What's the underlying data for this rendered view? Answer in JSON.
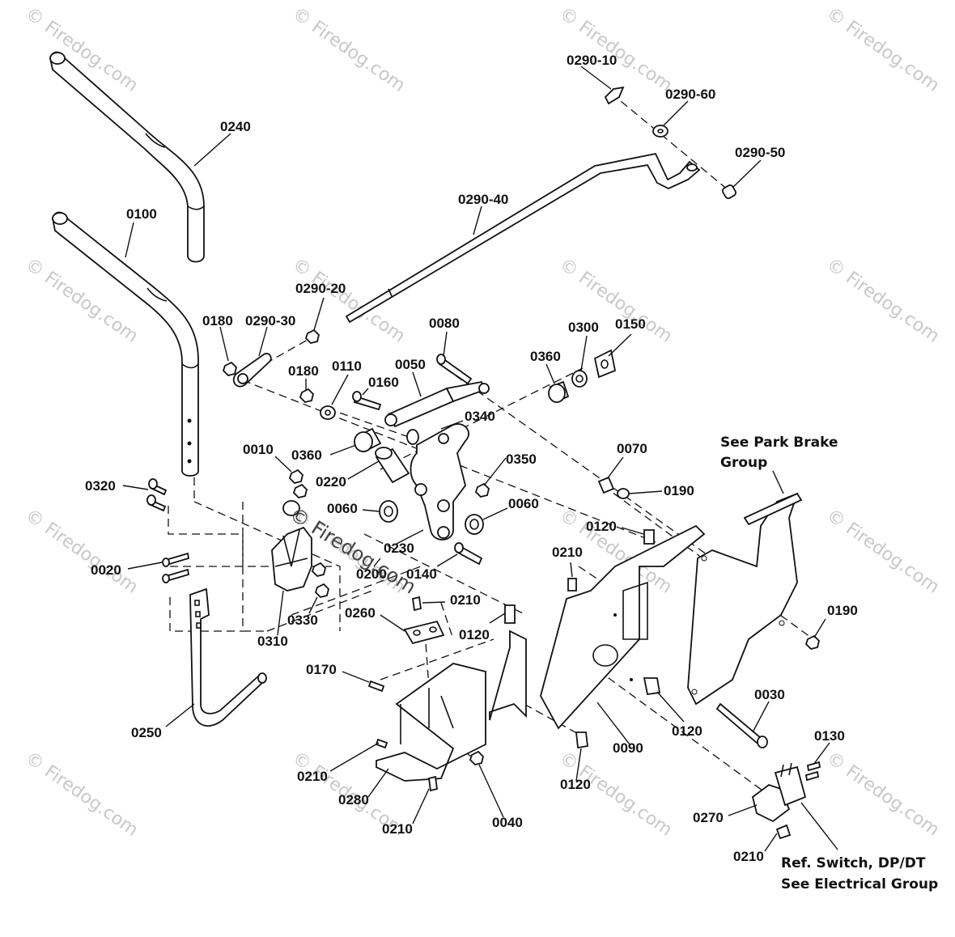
{
  "watermark": "© Firedog.com",
  "inline_watermark": "© Firedog.com",
  "notes": {
    "park_brake": [
      "See Park Brake",
      "Group"
    ],
    "switch": [
      "Ref. Switch, DP/DT",
      "See Electrical Group"
    ]
  },
  "parts": [
    {
      "id": "0290-10"
    },
    {
      "id": "0290-60"
    },
    {
      "id": "0290-50"
    },
    {
      "id": "0240"
    },
    {
      "id": "0290-40"
    },
    {
      "id": "0100"
    },
    {
      "id": "0290-20"
    },
    {
      "id": "0180"
    },
    {
      "id": "0290-30"
    },
    {
      "id": "0080"
    },
    {
      "id": "0300"
    },
    {
      "id": "0150"
    },
    {
      "id": "0180"
    },
    {
      "id": "0110"
    },
    {
      "id": "0050"
    },
    {
      "id": "0360"
    },
    {
      "id": "0160"
    },
    {
      "id": "0340"
    },
    {
      "id": "0010"
    },
    {
      "id": "0360"
    },
    {
      "id": "0220"
    },
    {
      "id": "0350"
    },
    {
      "id": "0070"
    },
    {
      "id": "0190"
    },
    {
      "id": "0320"
    },
    {
      "id": "0060"
    },
    {
      "id": "0060"
    },
    {
      "id": "0120"
    },
    {
      "id": "0230"
    },
    {
      "id": "0210"
    },
    {
      "id": "0020"
    },
    {
      "id": "0200"
    },
    {
      "id": "0140"
    },
    {
      "id": "0330"
    },
    {
      "id": "0210"
    },
    {
      "id": "0190"
    },
    {
      "id": "0310"
    },
    {
      "id": "0260"
    },
    {
      "id": "0120"
    },
    {
      "id": "0170"
    },
    {
      "id": "0030"
    },
    {
      "id": "0250"
    },
    {
      "id": "0120"
    },
    {
      "id": "0130"
    },
    {
      "id": "0090"
    },
    {
      "id": "0210"
    },
    {
      "id": "0280"
    },
    {
      "id": "0120"
    },
    {
      "id": "0210"
    },
    {
      "id": "0040"
    },
    {
      "id": "0270"
    },
    {
      "id": "0210"
    }
  ]
}
